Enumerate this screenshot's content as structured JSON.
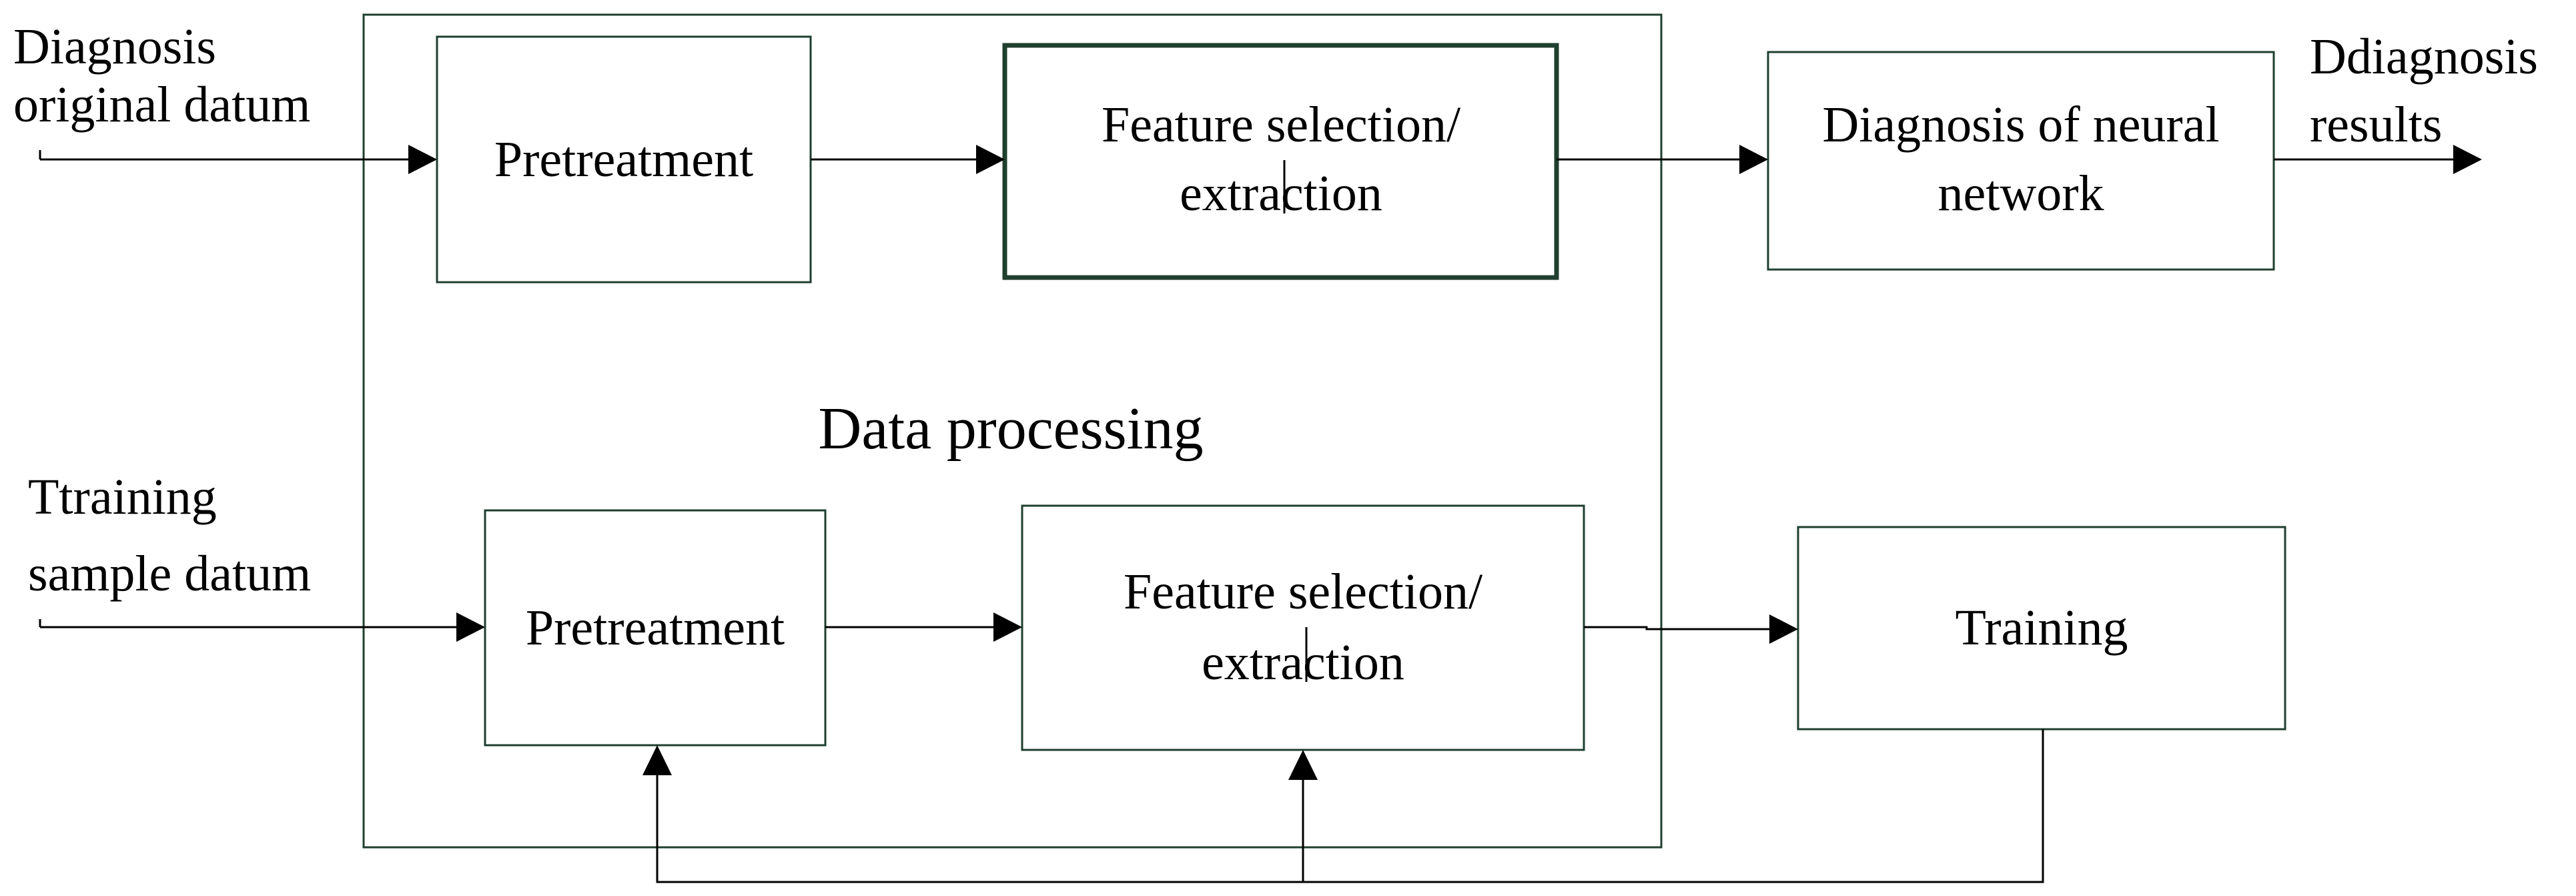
{
  "diagram": {
    "group_label": "Data processing",
    "inputs": {
      "diagnosis": [
        "Diagnosis",
        "original datum"
      ],
      "training": [
        "Ttraining",
        "sample datum"
      ]
    },
    "output": [
      "Ddiagnosis",
      "results"
    ],
    "top_row": {
      "pretreatment": "Pretreatment",
      "feature": [
        "Feature selection/",
        "extraction"
      ],
      "neural": [
        "Diagnosis of neural",
        "network"
      ]
    },
    "bottom_row": {
      "pretreatment": "Pretreatment",
      "feature": [
        "Feature selection/",
        "extraction"
      ],
      "training": "Training"
    },
    "colors": {
      "box_border": "#1f3f2f",
      "text": "#000000",
      "background": "#ffffff"
    }
  }
}
